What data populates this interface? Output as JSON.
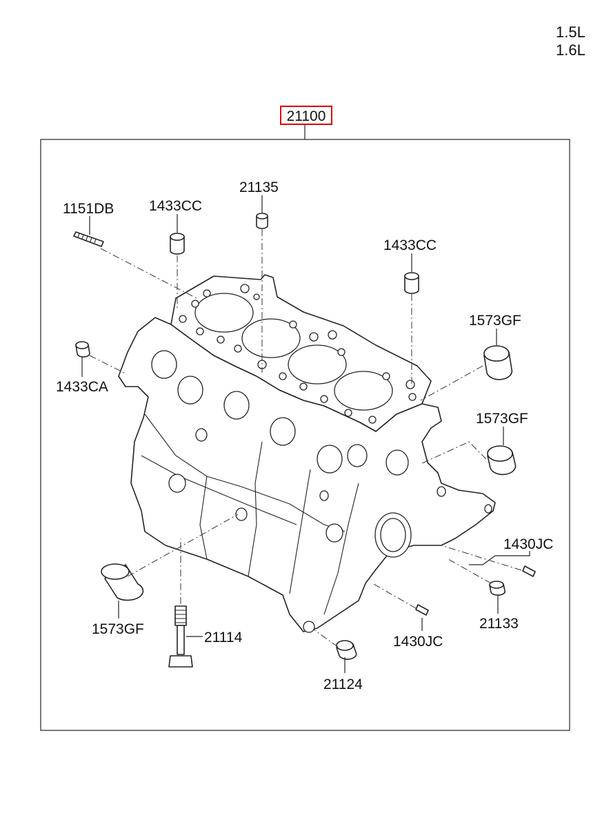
{
  "versions": [
    "1.5L",
    "1.6L"
  ],
  "main_part": {
    "number": "21100",
    "highlight_color": "#e00000"
  },
  "callouts": [
    {
      "id": "21135",
      "label": "21135"
    },
    {
      "id": "1433CC-a",
      "label": "1433CC"
    },
    {
      "id": "1151DB",
      "label": "1151DB"
    },
    {
      "id": "1433CC-b",
      "label": "1433CC"
    },
    {
      "id": "1573GF-a",
      "label": "1573GF"
    },
    {
      "id": "1573GF-b",
      "label": "1573GF"
    },
    {
      "id": "1433CA",
      "label": "1433CA"
    },
    {
      "id": "1430JC-a",
      "label": "1430JC"
    },
    {
      "id": "21133",
      "label": "21133"
    },
    {
      "id": "1573GF-c",
      "label": "1573GF"
    },
    {
      "id": "21114",
      "label": "21114"
    },
    {
      "id": "1430JC-b",
      "label": "1430JC"
    },
    {
      "id": "21124",
      "label": "21124"
    }
  ]
}
